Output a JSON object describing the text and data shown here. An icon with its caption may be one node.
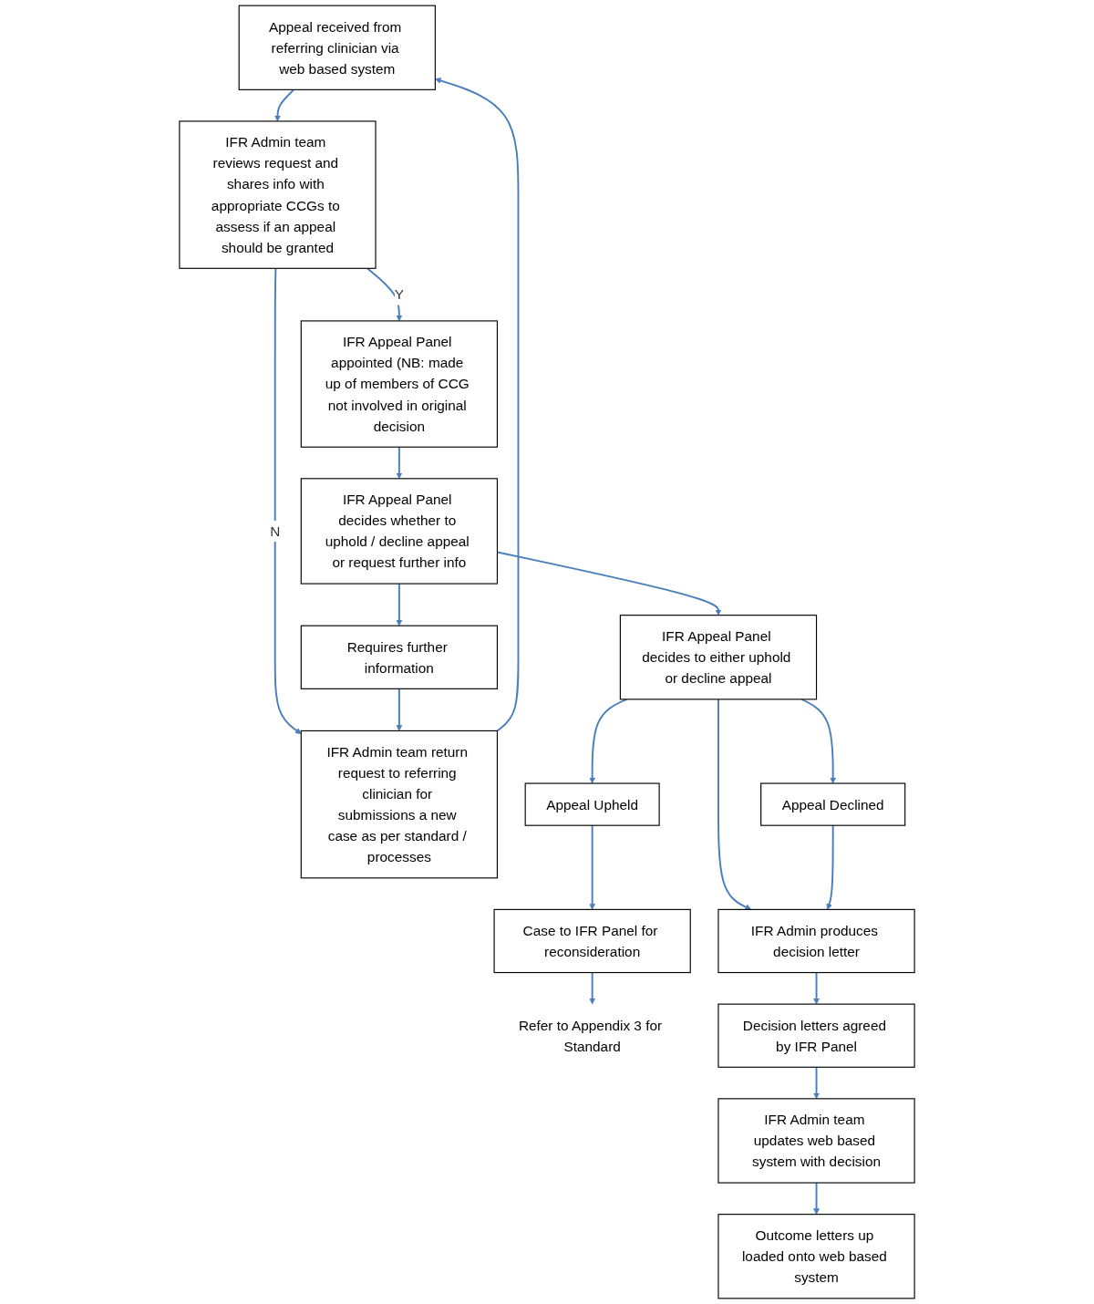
{
  "diagram": {
    "nodes": [
      {
        "text": [
          "Appeal received from referring clinician via web based system"
        ]
      },
      {
        "text": [
          "IFR Admin team reviews request and shares info with appropriate CCGs to assess if an appeal should be granted"
        ]
      },
      {
        "text": [
          "IFR Admin team return request to referring clinician for submissions a new case as per standard / processes"
        ]
      },
      {
        "text": [
          "IFR Appeal Panel appointed (NB: made up of members of CCG not involved in original decision"
        ]
      },
      {
        "text": [
          "IFR Appeal Panel decides whether to uphold / decline appeal or request further info"
        ]
      },
      {
        "text": [
          "Requires further information"
        ]
      },
      {
        "text": [
          "IFR Appeal Panel decides to either uphold or decline appeal"
        ]
      },
      {
        "text": [
          "Appeal Upheld"
        ]
      },
      {
        "text": [
          "Case to IFR Panel for reconsideration"
        ]
      },
      {
        "text": [
          "Refer to Appendix 3 for Standard"
        ]
      },
      {
        "text": [
          "Appeal Declined"
        ]
      },
      {
        "text": [
          "IFR Admin produces decision letter"
        ]
      },
      {
        "text": [
          "Decision letters agreed by IFR Panel"
        ]
      },
      {
        "text": [
          "IFR Admin team updates web based system with decision"
        ]
      },
      {
        "text": [
          "Outcome letters up loaded onto web based system"
        ]
      }
    ],
    "edges": [
      {
        "from": 0,
        "to": 1,
        "arrow": "to"
      },
      {
        "from": 1,
        "to": 2,
        "arrow": "to",
        "label": "N"
      },
      {
        "from": 1,
        "to": 3,
        "arrow": "to",
        "label": "Y"
      },
      {
        "from": 3,
        "to": 4,
        "arrow": "to"
      },
      {
        "from": 4,
        "to": 5,
        "arrow": "to"
      },
      {
        "from": 5,
        "to": 2,
        "arrow": "to"
      },
      {
        "from": 2,
        "to": 0,
        "arrow": "to"
      },
      {
        "from": 4,
        "to": 6,
        "arrow": "to"
      },
      {
        "from": 6,
        "to": 7,
        "arrow": "to"
      },
      {
        "from": 6,
        "to": 10,
        "arrow": "to"
      },
      {
        "from": 7,
        "to": 8,
        "arrow": "to"
      },
      {
        "from": 8,
        "to": 9,
        "arrow": "to"
      },
      {
        "from": 6,
        "to": 11,
        "arrow": "to"
      },
      {
        "from": 10,
        "to": 11,
        "arrow": "to"
      },
      {
        "from": 11,
        "to": 12,
        "arrow": "to"
      },
      {
        "from": 12,
        "to": 13,
        "arrow": "to"
      },
      {
        "from": 13,
        "to": 14,
        "arrow": "to"
      }
    ]
  }
}
